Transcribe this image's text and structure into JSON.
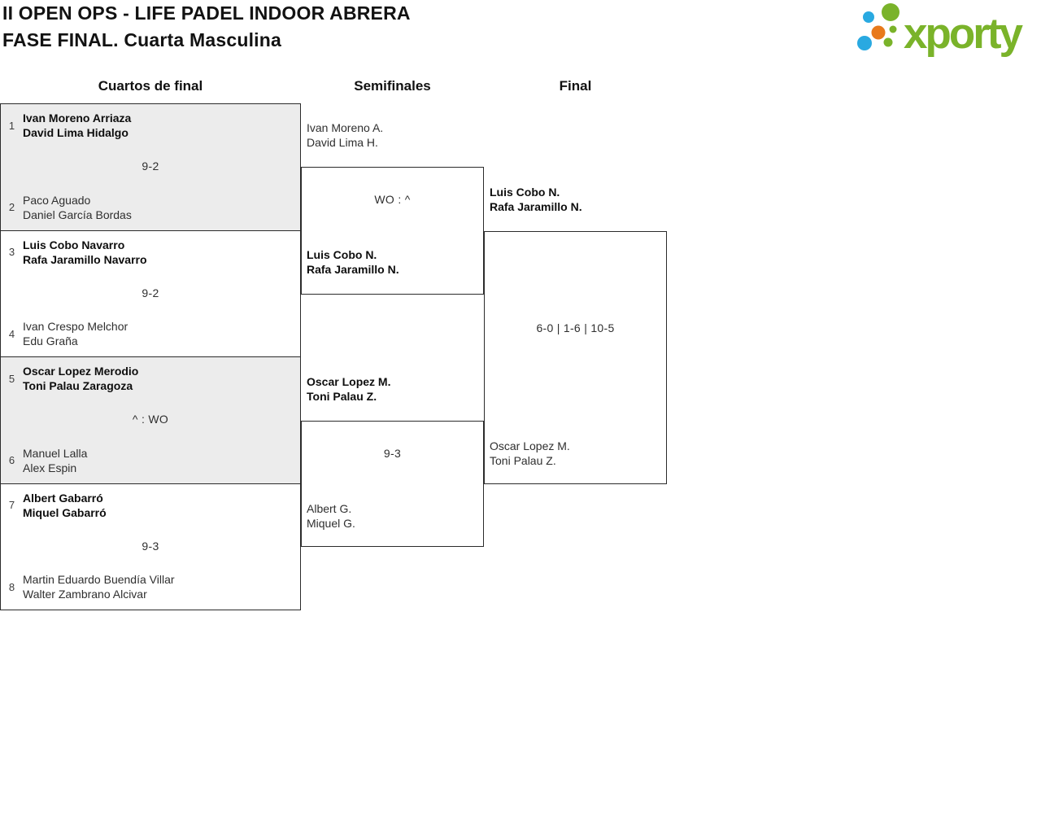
{
  "header": {
    "title_line1": "II OPEN OPS - LIFE PADEL INDOOR ABRERA",
    "title_line2": "FASE FINAL. Cuarta Masculina"
  },
  "logo": {
    "text": "xporty"
  },
  "colors": {
    "logo_green": "#7ab32a",
    "logo_blue": "#29a9e1",
    "logo_orange": "#e8791b",
    "match_alt_bg": "#ececec",
    "border": "#2b2b2b"
  },
  "rounds": {
    "quarterfinals_label": "Cuartos de final",
    "semifinals_label": "Semifinales",
    "final_label": "Final"
  },
  "quarterfinals": [
    {
      "team1": {
        "seed": "1",
        "player1": "Ivan Moreno Arriaza",
        "player2": "David Lima Hidalgo",
        "winner": true
      },
      "score": "9-2",
      "team2": {
        "seed": "2",
        "player1": "Paco Aguado",
        "player2": "Daniel García Bordas",
        "winner": false
      }
    },
    {
      "team1": {
        "seed": "3",
        "player1": "Luis Cobo Navarro",
        "player2": "Rafa Jaramillo Navarro",
        "winner": true
      },
      "score": "9-2",
      "team2": {
        "seed": "4",
        "player1": "Ivan Crespo Melchor",
        "player2": "Edu Graña",
        "winner": false
      }
    },
    {
      "team1": {
        "seed": "5",
        "player1": "Oscar Lopez Merodio",
        "player2": "Toni Palau Zaragoza",
        "winner": true
      },
      "score": "^ : WO",
      "team2": {
        "seed": "6",
        "player1": "Manuel Lalla",
        "player2": "Alex Espin",
        "winner": false
      }
    },
    {
      "team1": {
        "seed": "7",
        "player1": "Albert Gabarró",
        "player2": "Miquel Gabarró",
        "winner": true
      },
      "score": "9-3",
      "team2": {
        "seed": "8",
        "player1": "Martin Eduardo Buendía Villar",
        "player2": "Walter Zambrano Alcivar",
        "winner": false
      }
    }
  ],
  "semifinals": [
    {
      "team1": {
        "player1": "Ivan Moreno A.",
        "player2": "David Lima H.",
        "winner": false
      },
      "score": "WO : ^",
      "team2": {
        "player1": "Luis Cobo N.",
        "player2": "Rafa Jaramillo N.",
        "winner": true
      }
    },
    {
      "team1": {
        "player1": "Oscar Lopez M.",
        "player2": "Toni Palau Z.",
        "winner": true
      },
      "score": "9-3",
      "team2": {
        "player1": "Albert G.",
        "player2": "Miquel G.",
        "winner": false
      }
    }
  ],
  "final": {
    "team1": {
      "player1": "Luis Cobo N.",
      "player2": "Rafa Jaramillo N.",
      "winner": true
    },
    "score": "6-0 | 1-6 | 10-5",
    "team2": {
      "player1": "Oscar Lopez M.",
      "player2": "Toni Palau Z.",
      "winner": false
    }
  }
}
